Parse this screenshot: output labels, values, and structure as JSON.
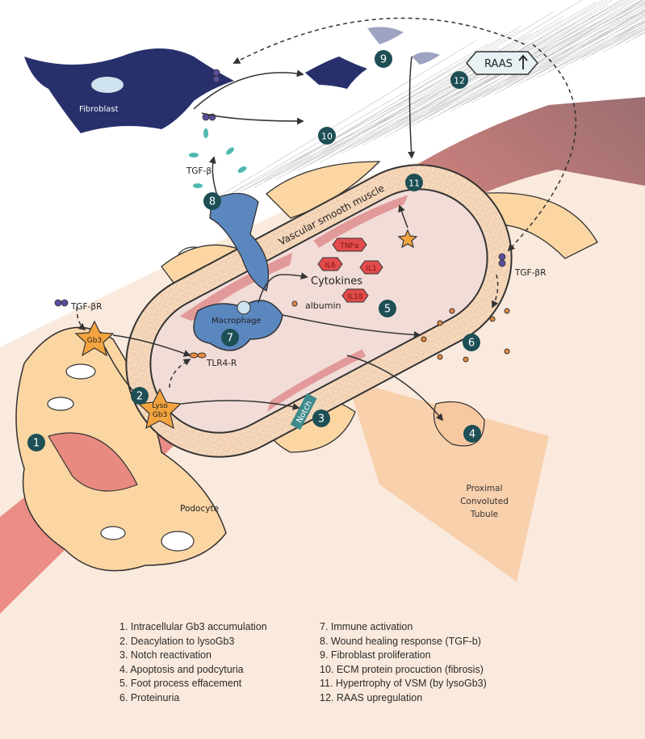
{
  "labels": {
    "fibroblast": "Fibroblast",
    "tgf_beta": "TGF-β",
    "tgf_beta_r_left": "TGF-βR",
    "tgf_beta_r_right": "TGF-βR",
    "gb3": "Gb3",
    "lyso": "Lyso",
    "lyso_gb3": "Gb3",
    "tlr4r": "TLR4-R",
    "macrophage": "Macrophage",
    "albumin": "albumin",
    "cytokines": "Cytokines",
    "vsm": "Vascular smooth muscle",
    "notch": "Notch",
    "raas": "RAAS",
    "podocyte": "Podocyte",
    "pct_1": "Proximal",
    "pct_2": "Convoluted",
    "pct_3": "Tubule",
    "tnfa": "TNFα",
    "il6": "IL6",
    "il1": "IL1",
    "il18": "IL18"
  },
  "markers": [
    "1",
    "2",
    "3",
    "4",
    "5",
    "6",
    "7",
    "8",
    "9",
    "10",
    "11",
    "12"
  ],
  "legend": {
    "left": [
      "1. Intracellular Gb3 accumulation",
      "2. Deacylation to lysoGb3",
      "3. Notch reactivation",
      "4. Apoptosis and podcyturia",
      "5. Foot process effacement",
      "6. Proteinuria"
    ],
    "right": [
      "7. Immune activation",
      "8. Wound healing response (TGF-b)",
      "9. Fibroblast proliferation",
      "10. ECM protein procuction (fibrosis)",
      "11. Hypertrophy of VSM (by lysoGb3)",
      "12. RAAS upregulation"
    ]
  },
  "colors": {
    "marker": "#1d4f55",
    "fibroblast": "#27306b",
    "macrophage": "#5b87bf",
    "vessel": "#e98b82",
    "cytokine": "#e24b4b",
    "gb3_star": "#f3a43f",
    "background": "#faeadd",
    "podocyte": "#fbd6a3"
  }
}
